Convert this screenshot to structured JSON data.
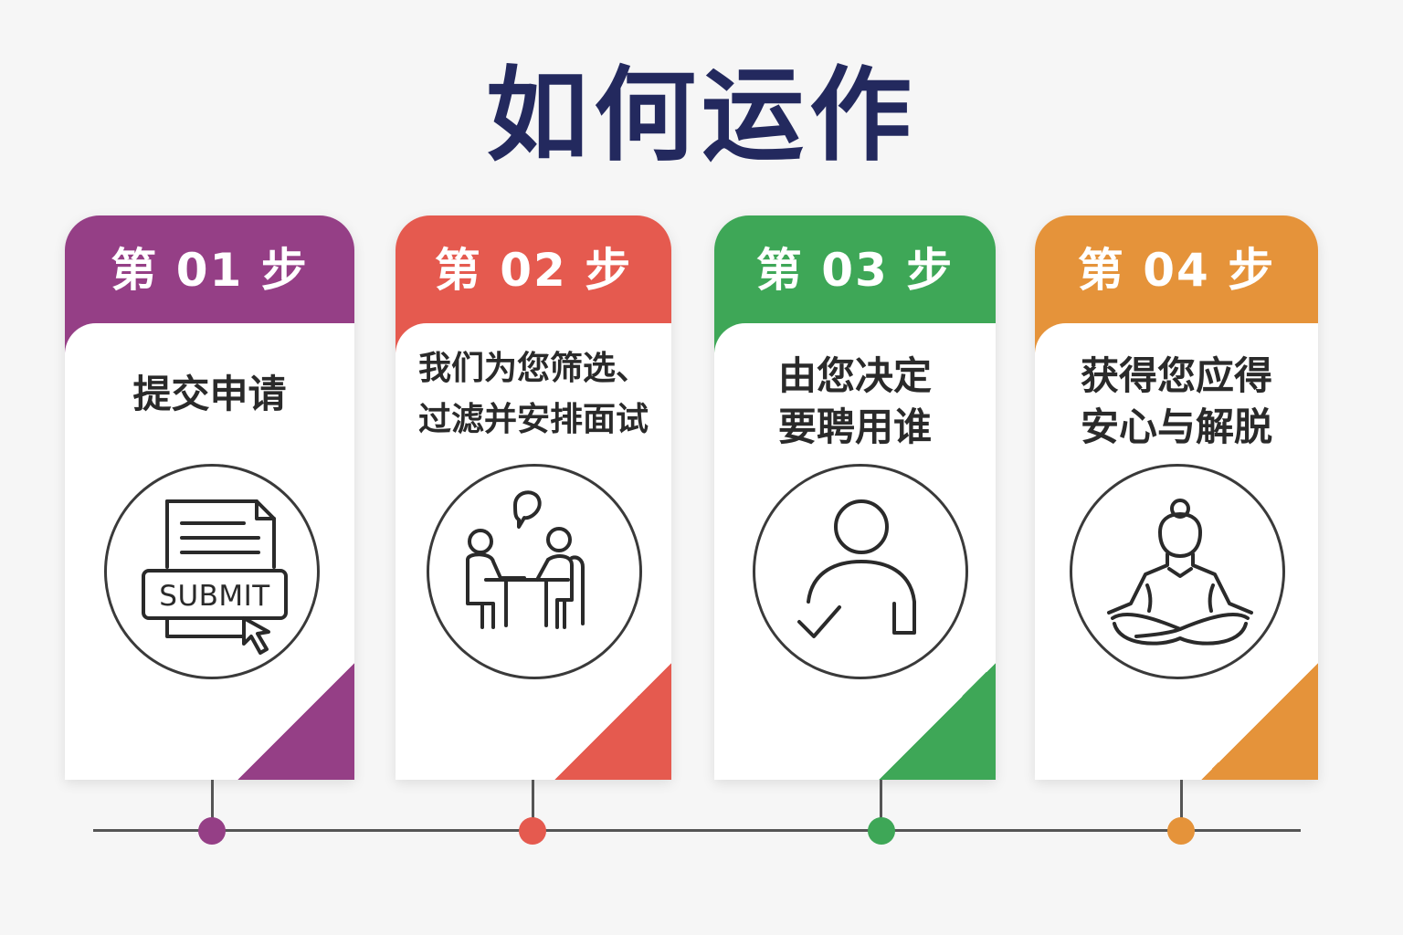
{
  "title": "如何运作",
  "colors": {
    "title": "#23295e",
    "step1": "#953f86",
    "step2": "#e55a4f",
    "step3": "#3ea757",
    "step4": "#e5933a"
  },
  "steps": [
    {
      "label": "第 01 步",
      "text": "提交申请",
      "icon": "submit-form-icon",
      "icon_text": "SUBMIT"
    },
    {
      "label": "第 02 步",
      "text": "我们为您筛选、\n过滤并安排面试",
      "icon": "interview-icon"
    },
    {
      "label": "第 03 步",
      "text": "由您决定\n要聘用谁",
      "icon": "person-check-icon"
    },
    {
      "label": "第 04 步",
      "text": "获得您应得\n安心与解脱",
      "icon": "meditation-icon"
    }
  ]
}
